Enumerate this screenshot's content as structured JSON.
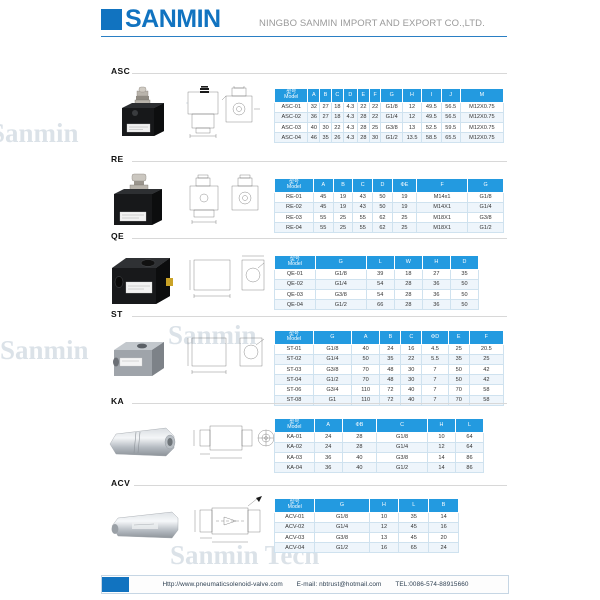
{
  "header": {
    "brand": "SANMIN",
    "company": "NINGBO SANMIN IMPORT AND EXPORT CO.,LTD."
  },
  "watermarks": {
    "w1": "Sanmin",
    "w2": "Sanmin",
    "w3": "Sanmin Tech",
    "w4": "Sanmin"
  },
  "footer": {
    "website": "Http://www.pneumaticsolenoid-valve.com",
    "email": "E-mail: nbtrust@hotmail.com",
    "tel": "TEL:0086-574-88915660"
  },
  "sections": [
    {
      "label": "ASC",
      "headers": [
        "型号\nModel",
        "A",
        "B",
        "C",
        "D",
        "E",
        "F",
        "G",
        "H",
        "I",
        "J",
        "M"
      ],
      "header_cn": "型号",
      "header_en": "Model",
      "cols": [
        "A",
        "B",
        "C",
        "D",
        "E",
        "F",
        "G",
        "H",
        "I",
        "J",
        "M"
      ],
      "rows": [
        [
          "ASC-01",
          "32",
          "27",
          "18",
          "4.3",
          "22",
          "22",
          "G1/8",
          "12",
          "49.5",
          "56.5",
          "M12X0.75"
        ],
        [
          "ASC-02",
          "36",
          "27",
          "18",
          "4.3",
          "28",
          "22",
          "G1/4",
          "12",
          "49.5",
          "56.5",
          "M12X0.75"
        ],
        [
          "ASC-03",
          "40",
          "30",
          "22",
          "4.3",
          "28",
          "25",
          "G3/8",
          "13",
          "52.5",
          "59.5",
          "M12X0.75"
        ],
        [
          "ASC-04",
          "46",
          "35",
          "26",
          "4.3",
          "28",
          "30",
          "G1/2",
          "13.5",
          "58.5",
          "65.5",
          "M12X0.75"
        ]
      ]
    },
    {
      "label": "RE",
      "header_cn": "型号",
      "header_en": "Model",
      "cols": [
        "A",
        "B",
        "C",
        "D",
        "ΦE",
        "F",
        "G"
      ],
      "rows": [
        [
          "RE-01",
          "45",
          "19",
          "43",
          "50",
          "19",
          "M14x1",
          "G1/8"
        ],
        [
          "RE-02",
          "45",
          "19",
          "43",
          "50",
          "19",
          "M14X1",
          "G1/4"
        ],
        [
          "RE-03",
          "55",
          "25",
          "55",
          "62",
          "25",
          "M18X1",
          "G3/8"
        ],
        [
          "RE-04",
          "55",
          "25",
          "55",
          "62",
          "25",
          "M18X1",
          "G1/2"
        ]
      ]
    },
    {
      "label": "QE",
      "header_cn": "型号",
      "header_en": "Model",
      "cols": [
        "G",
        "L",
        "W",
        "H",
        "D"
      ],
      "rows": [
        [
          "QE-01",
          "G1/8",
          "39",
          "18",
          "27",
          "35"
        ],
        [
          "QE-02",
          "G1/4",
          "54",
          "28",
          "36",
          "50"
        ],
        [
          "QE-03",
          "G3/8",
          "54",
          "28",
          "36",
          "50"
        ],
        [
          "QE-04",
          "G1/2",
          "66",
          "28",
          "36",
          "50"
        ]
      ]
    },
    {
      "label": "ST",
      "header_cn": "型号",
      "header_en": "Model",
      "cols": [
        "G",
        "A",
        "B",
        "C",
        "ΦD",
        "E",
        "F"
      ],
      "rows": [
        [
          "ST-01",
          "G1/8",
          "40",
          "24",
          "16",
          "4.5",
          "25",
          "20.5"
        ],
        [
          "ST-02",
          "G1/4",
          "50",
          "35",
          "22",
          "5.5",
          "35",
          "25"
        ],
        [
          "ST-03",
          "G3/8",
          "70",
          "48",
          "30",
          "7",
          "50",
          "42"
        ],
        [
          "ST-04",
          "G1/2",
          "70",
          "48",
          "30",
          "7",
          "50",
          "42"
        ],
        [
          "ST-06",
          "G3/4",
          "110",
          "72",
          "40",
          "7",
          "70",
          "58"
        ],
        [
          "ST-08",
          "G1",
          "110",
          "72",
          "40",
          "7",
          "70",
          "58"
        ]
      ]
    },
    {
      "label": "KA",
      "header_cn": "型号",
      "header_en": "Model",
      "cols": [
        "A",
        "ΦB",
        "C",
        "H",
        "L"
      ],
      "rows": [
        [
          "KA-01",
          "24",
          "28",
          "G1/8",
          "10",
          "64"
        ],
        [
          "KA-02",
          "24",
          "28",
          "G1/4",
          "12",
          "64"
        ],
        [
          "KA-03",
          "36",
          "40",
          "G3/8",
          "14",
          "86"
        ],
        [
          "KA-04",
          "36",
          "40",
          "G1/2",
          "14",
          "86"
        ]
      ]
    },
    {
      "label": "ACV",
      "header_cn": "型号",
      "header_en": "Model",
      "cols": [
        "G",
        "H",
        "L",
        "B"
      ],
      "rows": [
        [
          "ACV-01",
          "G1/8",
          "10",
          "35",
          "14"
        ],
        [
          "ACV-02",
          "G1/4",
          "12",
          "45",
          "16"
        ],
        [
          "ACV-03",
          "G3/8",
          "13",
          "45",
          "20"
        ],
        [
          "ACV-04",
          "G1/2",
          "16",
          "65",
          "24"
        ]
      ]
    }
  ],
  "colors": {
    "brand_blue": "#1173c0",
    "table_header": "#239ae0",
    "row_alt": "#eef5fb"
  }
}
